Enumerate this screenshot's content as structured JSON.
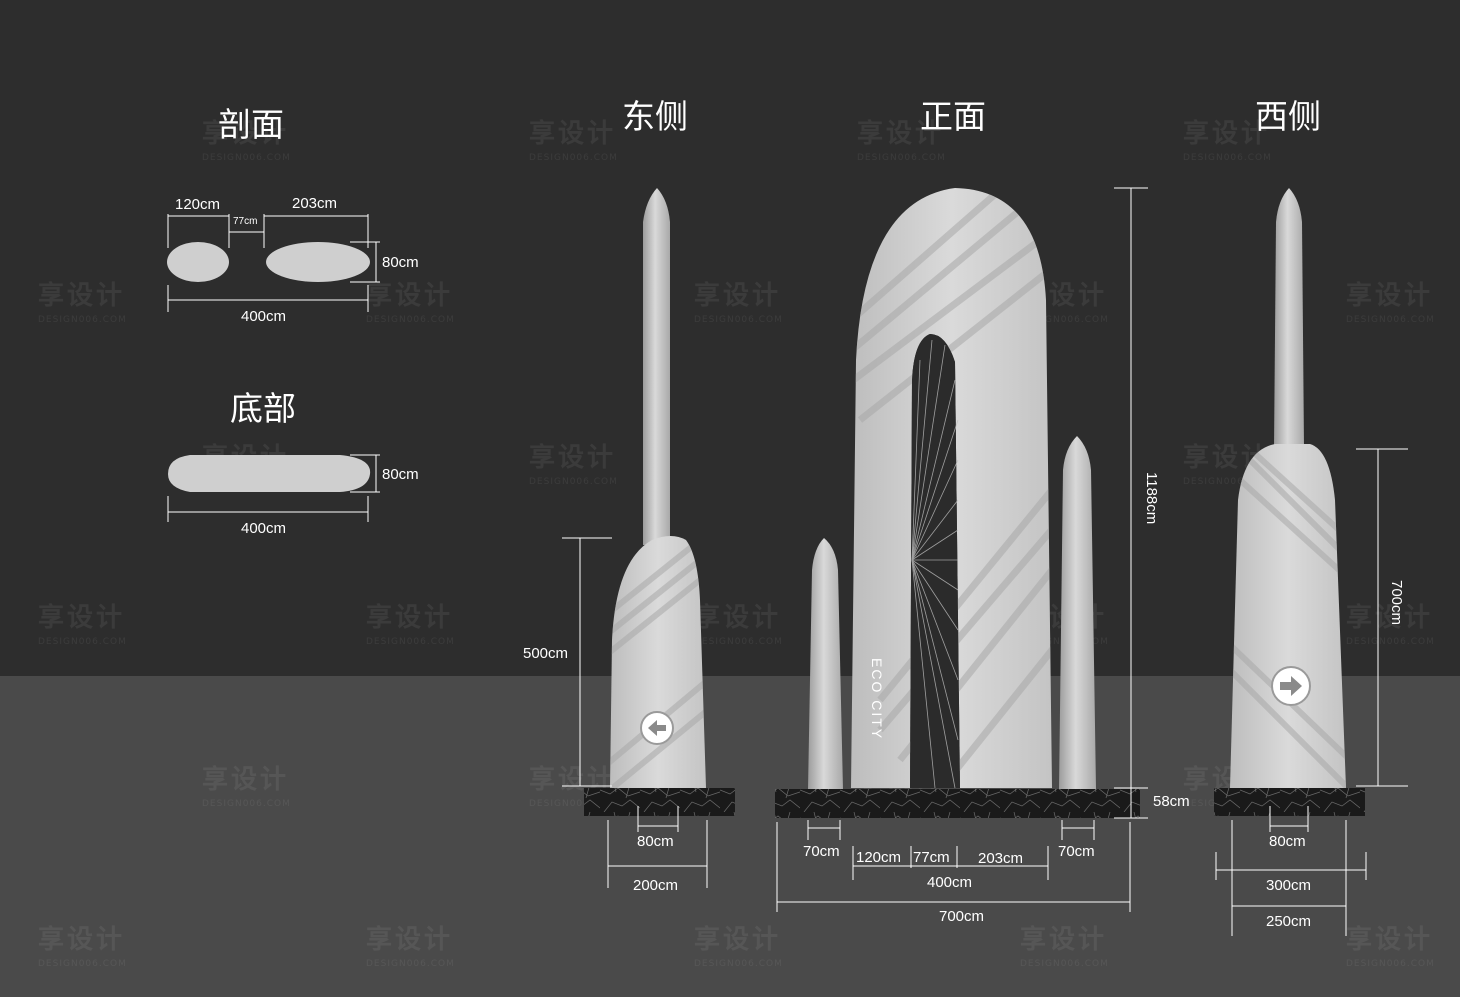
{
  "views": {
    "section_title": "剖面",
    "bottom_title": "底部",
    "east_title": "东侧",
    "front_title": "正面",
    "west_title": "西侧"
  },
  "section_dims": {
    "left_width": "120cm",
    "gap": "77cm",
    "right_width": "203cm",
    "depth": "80cm",
    "total": "400cm"
  },
  "bottom_dims": {
    "depth": "80cm",
    "total": "400cm"
  },
  "east_dims": {
    "height": "500cm",
    "top_width": "80cm",
    "base_width": "200cm"
  },
  "front_dims": {
    "total_height": "1188cm",
    "base_height": "58cm",
    "left_spire": "70cm",
    "right_spire": "70cm",
    "leg_left": "120cm",
    "leg_gap": "77cm",
    "leg_right": "203cm",
    "arch_width": "400cm",
    "total_width": "700cm",
    "brand_text": "ECO CITY"
  },
  "west_dims": {
    "height": "700cm",
    "top_width": "80cm",
    "width_300": "300cm",
    "width_250": "250cm"
  },
  "icons": {
    "east_arrow": "arrow-left-icon",
    "west_arrow": "arrow-right-icon"
  },
  "watermark": {
    "text": "享设计",
    "sub": "DESIGN006.COM"
  },
  "colors": {
    "background_top": "#2d2d2d",
    "background_bottom": "#4a4a4a",
    "sculpture": "#d2d2d2",
    "base": "#1b1b1b"
  }
}
